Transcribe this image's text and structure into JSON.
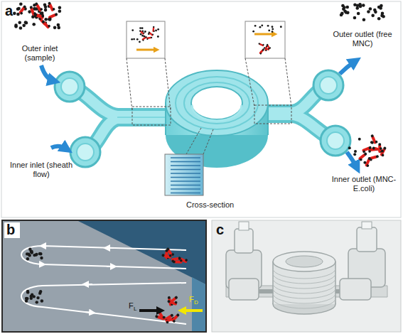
{
  "diagram": {
    "labels": [
      "a",
      "Outer inlet (sample)",
      "Inner inlet (sheath flow)",
      "Outer outlet (free MNC)",
      "Inner outlet (MNC-E.coli)",
      "Cross-section",
      "b",
      "F",
      "L",
      "F",
      "D",
      "c"
    ]
  }
}
